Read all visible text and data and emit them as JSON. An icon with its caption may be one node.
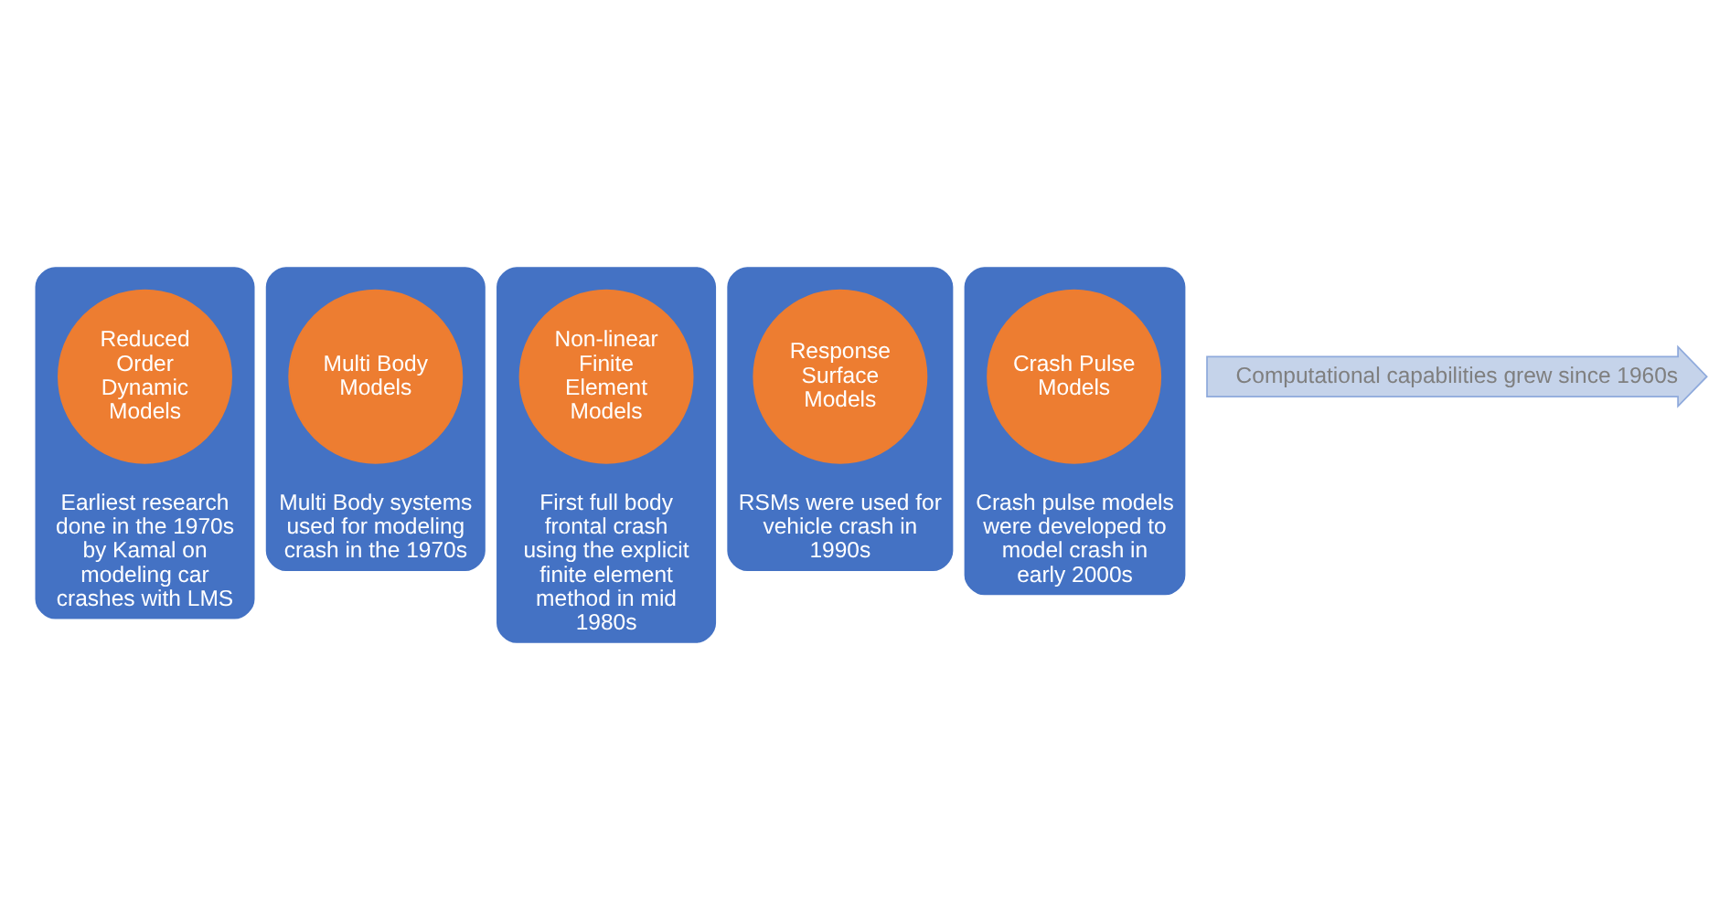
{
  "diagram": {
    "nodes": [
      {
        "text": [
          "Earliest research done in the 1970s by Kamal on modeling car crashes with LMS"
        ]
      },
      {
        "text": [
          "Reduced Order Dynamic Models"
        ],
        "in": 0
      },
      {
        "text": [
          "Multi Body systems used for modeling crash in the 1970s"
        ]
      },
      {
        "text": [
          "Multi Body Models"
        ],
        "in": 2
      },
      {
        "text": [
          "First full body frontal crash using the explicit finite element method in mid 1980s"
        ]
      },
      {
        "text": [
          "Non-linear Finite Element Models"
        ],
        "in": 4
      },
      {
        "text": [
          "RSMs were used for vehicle crash in 1990s"
        ]
      },
      {
        "text": [
          "Response Surface Models"
        ],
        "in": 6
      },
      {
        "text": [
          "Crash pulse models were developed to model crash in early 2000s"
        ]
      },
      {
        "text": [
          "Crash Pulse Models"
        ],
        "in": 8
      },
      {
        "text": [
          "Computational capabilities grew since 1960s"
        ]
      }
    ],
    "edges": []
  }
}
